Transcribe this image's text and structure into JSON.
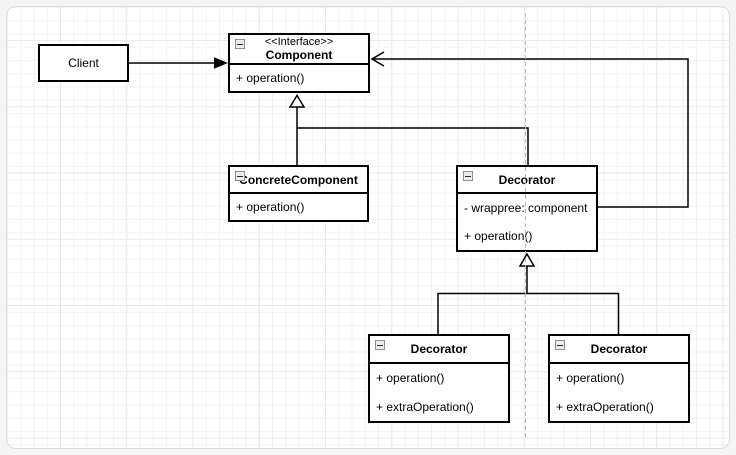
{
  "canvas": {
    "kind": "uml-class-diagram",
    "grid": "on",
    "colors": {
      "node_stroke": "#000000",
      "node_fill": "#ffffff",
      "text": "#000000",
      "grid_minor": "#f3f3f3",
      "grid_major": "#e8e8e8",
      "guide_dashed": "#b8b8b8",
      "page_border": "#dcdcdc",
      "page_bg": "#ffffff"
    }
  },
  "nodes": {
    "client": {
      "title": "Client"
    },
    "component": {
      "stereotype": "<<Interface>>",
      "title": "Component",
      "members": [
        "+ operation()"
      ]
    },
    "concrete_component": {
      "title": "ConcreteComponent",
      "members": [
        "+ operation()"
      ]
    },
    "decorator": {
      "title": "Decorator",
      "members": [
        "- wrappree: component",
        "+ operation()"
      ]
    },
    "decorator_left": {
      "title": "Decorator",
      "members": [
        "+ operation()",
        "+ extraOperation()"
      ]
    },
    "decorator_right": {
      "title": "Decorator",
      "members": [
        "+ operation()",
        "+ extraOperation()"
      ]
    }
  },
  "edges": {
    "client_to_component": "association (solid arrow)",
    "concrete_to_component": "generalization (hollow triangle)",
    "decorator_to_component_generalization": "generalization (shared hollow triangle)",
    "decorator_to_component_association": "association (open arrow, wrappee)",
    "subdecorators_to_decorator": "generalization (hollow triangle)"
  }
}
